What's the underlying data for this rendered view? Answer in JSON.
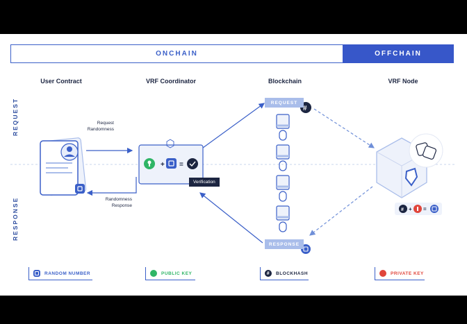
{
  "header": {
    "onchain_label": "ONCHAIN",
    "offchain_label": "OFFCHAIN"
  },
  "columns": {
    "user_contract": "User Contract",
    "vrf_coordinator": "VRF Coordinator",
    "blockchain": "Blockchain",
    "vrf_node": "VRF Node"
  },
  "side_labels": {
    "request": "REQUEST",
    "response": "RESPONSE"
  },
  "annotations": {
    "request_randomness_line1": "Request",
    "request_randomness_line2": "Randomness",
    "randomness_response_line1": "Randomness",
    "randomness_response_line2": "Response",
    "verification": "Verification"
  },
  "blockchain_pills": {
    "request": "REQUEST",
    "response": "RESPONSE"
  },
  "legend": {
    "random_number": "RANDOM NUMBER",
    "public_key": "PUBLIC KEY",
    "blockhash": "BLOCKHASH",
    "private_key": "PRIVATE KEY"
  },
  "symbols": {
    "plus": "+",
    "equals": "=",
    "hash": "#"
  },
  "colors": {
    "primary": "#3a5fc8",
    "offchain_fill": "#3757c9",
    "light_blue": "#a9bdea",
    "navy": "#1c2541",
    "public_key_green": "#2fb566",
    "private_key_red": "#e0453b"
  }
}
